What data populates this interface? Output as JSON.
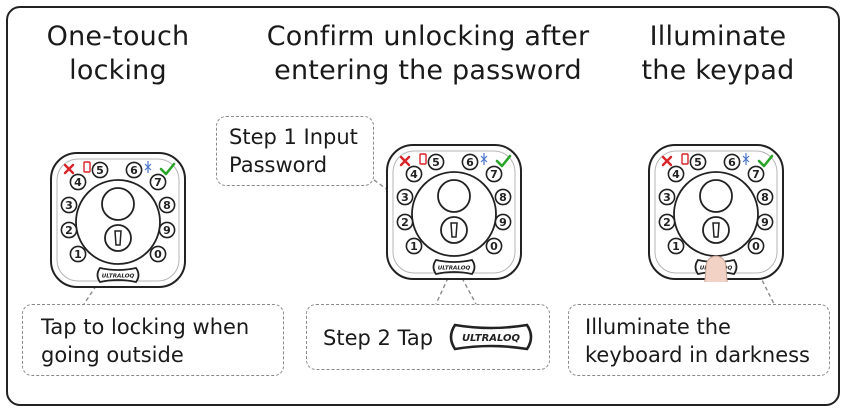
{
  "headings": {
    "one_touch_line1": "One-touch",
    "one_touch_line2": "locking",
    "confirm_line1": "Confirm unlocking after",
    "confirm_line2": "entering the password",
    "illuminate_line1": "Illuminate",
    "illuminate_line2": "the keypad"
  },
  "callouts": {
    "tap_line1": "Tap to locking when",
    "tap_line2": "going outside",
    "step1_line1": "Step 1 Input",
    "step1_line2": "Password",
    "step2_label": "Step 2 Tap",
    "illum_line1": "Illuminate the",
    "illum_line2": "keyboard in darkness"
  },
  "lock": {
    "brand": "ULTRALOQ",
    "keys_top": [
      "5",
      "6"
    ],
    "keys_left": [
      "4",
      "3",
      "2",
      "1"
    ],
    "keys_right": [
      "7",
      "8",
      "9",
      "0"
    ]
  },
  "colors": {
    "error_x": "#d8232a",
    "battery": "#d8232a",
    "check": "#2aa52a",
    "outline": "#222222"
  },
  "icons": [
    "x-mark-icon",
    "battery-icon",
    "bluetooth-icon",
    "check-icon",
    "finger-icon"
  ]
}
